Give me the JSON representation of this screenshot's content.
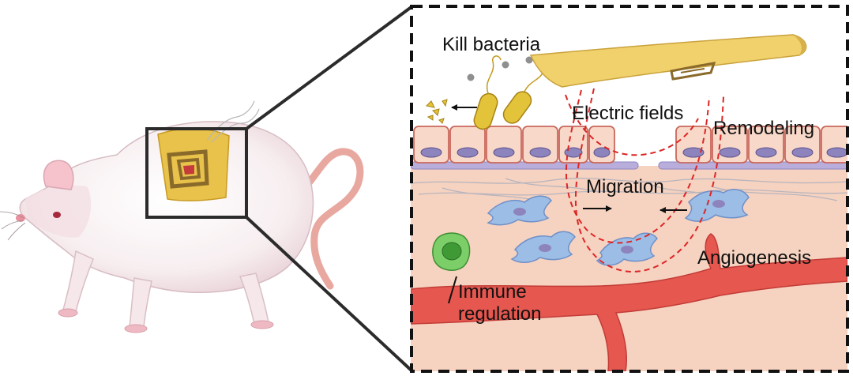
{
  "labels": {
    "kill_bacteria": "Kill bacteria",
    "electric_fields": "Electric fields",
    "remodeling": "Remodeling",
    "migration": "Migration",
    "angiogenesis": "Angiogenesis",
    "immune_line1": "Immune",
    "immune_line2": "regulation"
  },
  "colors": {
    "tissue": "#f6d2c0",
    "epithelial_cell": "#f8d8c8",
    "nucleus": "#8e84bd",
    "vessel": "#e5574f",
    "fibroblast": "#9cbde6",
    "patch": "#e8c24a",
    "bacteria": "#e3c33a",
    "immune_cell": "#62bb52",
    "field_lines": "#dc2626",
    "frame": "#111111"
  },
  "icons": [
    "rat-illustration",
    "patch-device",
    "bacteria-icon",
    "immune-cell-icon",
    "fibroblast-icon",
    "blood-vessel-icon"
  ]
}
